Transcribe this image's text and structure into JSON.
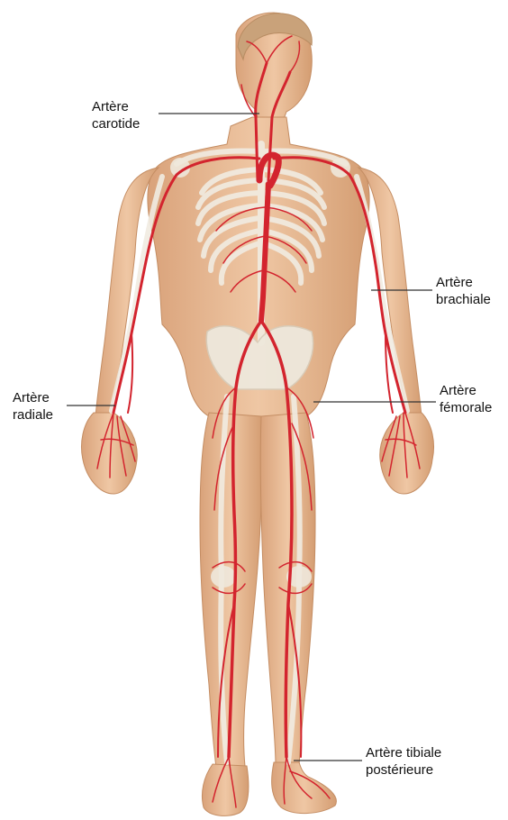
{
  "labels": {
    "carotid": {
      "line1": "Artère",
      "line2": "carotide"
    },
    "brachial": {
      "line1": "Artère",
      "line2": "brachiale"
    },
    "radial": {
      "line1": "Artère",
      "line2": "radiale"
    },
    "femoral": {
      "line1": "Artère",
      "line2": "fémorale"
    },
    "tibial": {
      "line1": "Artère tibiale",
      "line2": "postérieure"
    }
  },
  "colors": {
    "background": "#ffffff",
    "skin": "#e8bd97",
    "skin_shadow": "#d49d72",
    "bone": "#eee8dc",
    "artery": "#d3242e",
    "leader_line": "#333333",
    "label_text": "#111111"
  }
}
